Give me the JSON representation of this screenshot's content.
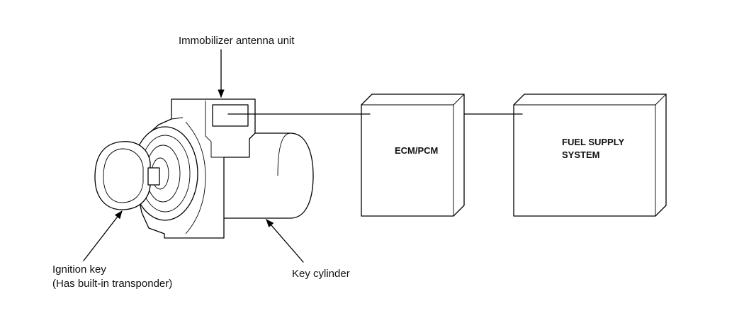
{
  "labels": {
    "antenna": "Immobilizer antenna unit",
    "ignition_key_line1": "Ignition key",
    "ignition_key_line2": "(Has built-in transponder)",
    "key_cylinder": "Key cylinder"
  },
  "boxes": {
    "ecm": "ECM/PCM",
    "fuel_line1": "FUEL SUPPLY",
    "fuel_line2": "SYSTEM"
  },
  "colors": {
    "line": "#000000",
    "background": "#ffffff"
  }
}
